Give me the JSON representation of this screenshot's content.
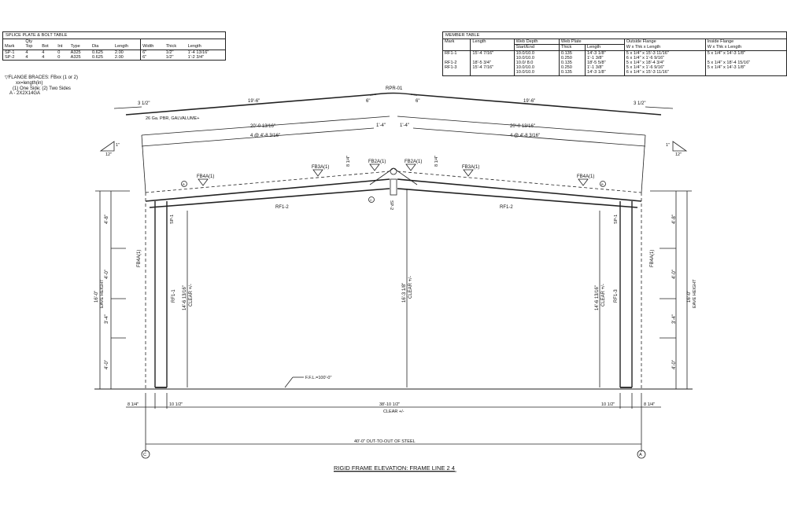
{
  "splice_table": {
    "title": "SPLICE PLATE & BOLT TABLE",
    "headers": {
      "mark": "Mark",
      "qty": "Qty",
      "top": "Top",
      "bot": "Bot",
      "int": "Int",
      "type": "Type",
      "dia": "Dia",
      "length": "Length",
      "width": "Width",
      "thick": "Thick",
      "plate_length": "Length"
    },
    "rows": [
      {
        "mark": "SP-1",
        "top": "4",
        "bot": "4",
        "int": "0",
        "type": "A325",
        "dia": "0.625",
        "length": "2.00",
        "width": "6\"",
        "thick": "1/2\"",
        "plate_length": "1'-4 13/16\""
      },
      {
        "mark": "SP-2",
        "top": "4",
        "bot": "4",
        "int": "0",
        "type": "A325",
        "dia": "0.625",
        "length": "2.00",
        "width": "6\"",
        "thick": "1/2\"",
        "plate_length": "1'-2 3/4\""
      }
    ]
  },
  "notes": {
    "line1": "FLANGE BRACES: FBxx (1 or 2)",
    "line2": "xx=length(in)",
    "line3": "(1) One Side; (2) Two Sides",
    "line4": "A - 2X2X14GA"
  },
  "member_table": {
    "title": "MEMBER TABLE",
    "headers": {
      "mark": "Mark",
      "length": "Length",
      "web_depth": "Web Depth",
      "start_end": "Start/End",
      "web_plate": "Web Plate",
      "thick": "Thick",
      "plate_length": "Length",
      "outside_flange": "Outside Flange",
      "of_sub": "W x Thk x Length",
      "inside_flange": "Inside Flange",
      "if_sub": "W x Thk x Length"
    },
    "rows": [
      {
        "mark": "RF1-1",
        "length": "15'-4 7/16\"",
        "depth": "10.0/10.0",
        "thick": "0.135",
        "plate_length": "14'-3 1/8\"",
        "outside": "5 x 1/4\" x 15'-3 11/16\"",
        "inside": "5 x 1/4\" x 14'-3 1/8\""
      },
      {
        "mark": "",
        "length": "",
        "depth": "10.0/10.0",
        "thick": "0.250",
        "plate_length": "1'-1 3/8\"",
        "outside": "6 x 1/4\" x 1'-6 9/16\"",
        "inside": ""
      },
      {
        "mark": "RF1-2",
        "length": "18'-5 3/4\"",
        "depth": "10.0/ 8.0",
        "thick": "0.135",
        "plate_length": "18'-5 5/8\"",
        "outside": "5 x 1/4\" x 18'-4 3/4\"",
        "inside": "5 x 1/4\" x 18'-4 15/16\""
      },
      {
        "mark": "RF1-3",
        "length": "15'-4 7/16\"",
        "depth": "10.0/10.0",
        "thick": "0.250",
        "plate_length": "1'-1 3/8\"",
        "outside": "5 x 1/4\" x 1'-6 9/16\"",
        "inside": "5 x 1/4\" x 14'-3 1/8\""
      },
      {
        "mark": "",
        "length": "",
        "depth": "10.0/10.0",
        "thick": "0.135",
        "plate_length": "14'-3 1/8\"",
        "outside": "6 x 1/4\" x 15'-3 11/16\"",
        "inside": ""
      }
    ]
  },
  "drawing": {
    "ridge_label": "RPR-01",
    "roof_panel_note": "26 Ga. PBR, GALVALUME+",
    "left_overhang": "3 1/2\"",
    "right_overhang": "3 1/2\"",
    "panel_length_left": "19'-6\"",
    "panel_length_right": "19'-6\"",
    "ridge_gap_left": "6\"",
    "ridge_gap_right": "6\"",
    "rafter_length_left": "20'-0 13/16\"",
    "rafter_length_right": "20'-0 13/16\"",
    "purlin_spacing_left": "4 @ 4'-8 3/16\"",
    "purlin_spacing_right": "4 @ 4'-8 3/16\"",
    "ridge_offset_left": "1'-4\"",
    "ridge_offset_right": "1'-4\"",
    "slope_rise": "1\"",
    "slope_run": "12\"",
    "brace_labels": {
      "fb4a_left": "FB4A(1)",
      "fb3a_left": "FB3A(1)",
      "fb2a_left": "FB2A(1)",
      "fb2a_right": "FB2A(1)",
      "fb3a_right": "FB3A(1)",
      "fb4a_right": "FB4A(1)",
      "fb4a_col_left": "FB4A(1)",
      "fb4a_col_right": "FB4A(1)"
    },
    "depth_left": "8 1/4\"",
    "depth_right": "8 1/4\"",
    "rafter_left": "RF1-2",
    "rafter_right": "RF1-2",
    "column_left": "RF1-1",
    "column_right": "RF1-3",
    "splice_left": "SP-1",
    "splice_right": "SP-1",
    "splice_ridge": "SP-2",
    "grid_circle_left": "B",
    "grid_circle_right": "B",
    "grid_circle_ridge": "C",
    "left_dims": [
      "4'-8\"",
      "4'-0\"",
      "3'-4\"",
      "4'-0\""
    ],
    "right_dims": [
      "4'-8\"",
      "4'-0\"",
      "3'-4\"",
      "4'-0\""
    ],
    "eave_height": "16'-0\"",
    "eave_label": "EAVE HEIGHT",
    "clear_left": "14'-6 13/16\"",
    "clear_right": "14'-6 13/16\"",
    "clear_center": "16'-3 1/8\"",
    "clear_label": "CLEAR +/-",
    "ffl": "F.F.L.=100'-0\"",
    "bottom_left_outer": "8 1/4\"",
    "bottom_left_inner": "10 1/2\"",
    "bottom_center": "38'-10 1/2\"",
    "bottom_right_inner": "10 1/2\"",
    "bottom_right_outer": "8 1/4\"",
    "overall": "40'-0\" OUT-TO-OUT OF STEEL",
    "grid_left": "C",
    "grid_right": "A",
    "title": "RIGID FRAME ELEVATION: FRAME LINE 2   4"
  }
}
